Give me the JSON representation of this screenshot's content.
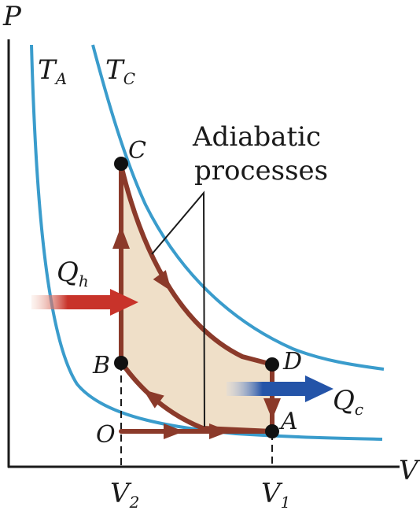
{
  "axes": {
    "p_label": "P",
    "v_label": "V",
    "v2_main": "V",
    "v2_sub": "2",
    "v1_main": "V",
    "v1_sub": "1"
  },
  "isotherms": {
    "ta_main": "T",
    "ta_sub": "A",
    "tc_main": "T",
    "tc_sub": "C"
  },
  "points": {
    "a": "A",
    "b": "B",
    "c": "C",
    "d": "D",
    "o": "O"
  },
  "annotation": {
    "line1": "Adiabatic",
    "line2": "processes"
  },
  "heat": {
    "qh_main": "Q",
    "qh_sub": "h",
    "qc_main": "Q",
    "qc_sub": "c"
  },
  "colors": {
    "isotherm": "#3a9ccc",
    "cycle": "#8b3a2a",
    "fill": "#efdfc8",
    "heat_in": "#c8332a",
    "heat_out": "#2454a8",
    "axis": "#1a1a1a"
  }
}
